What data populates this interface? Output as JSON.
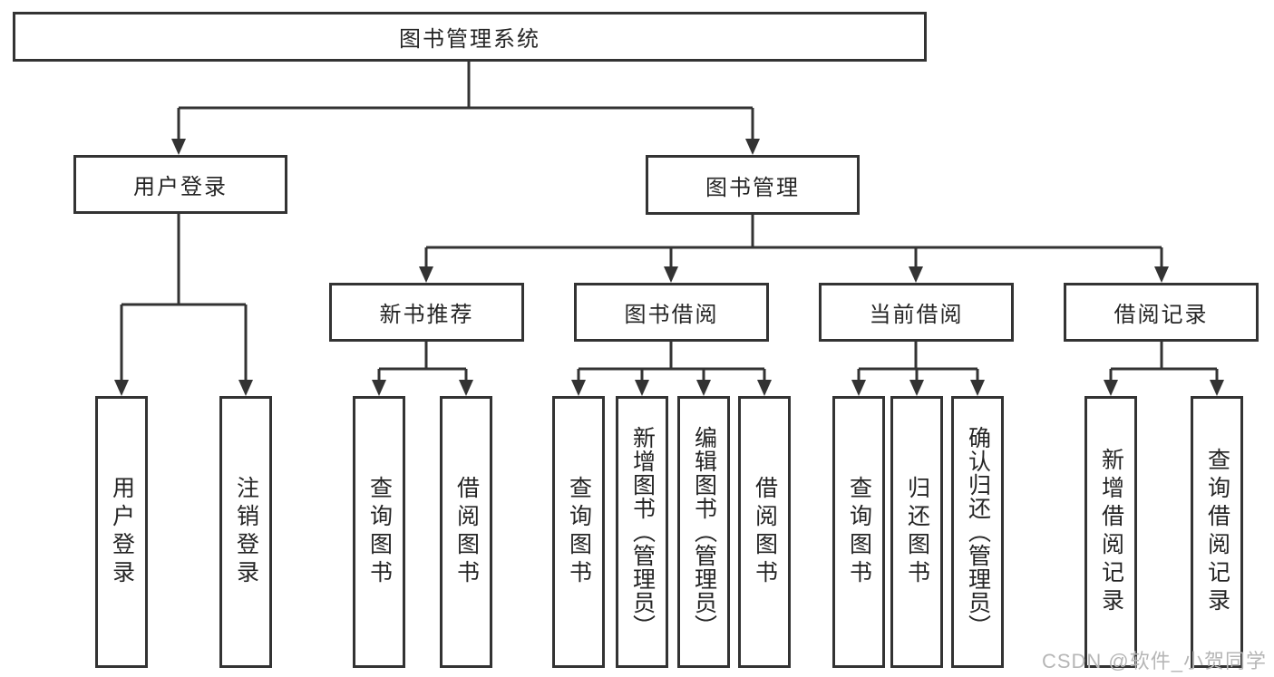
{
  "colors": {
    "line": "#333333",
    "text": "#252525",
    "box_bg": "#ffffff",
    "background": "#ffffff",
    "watermark": "#b6b6b6"
  },
  "tree": {
    "root": {
      "label": "图书管理系统"
    },
    "level2": [
      {
        "label": "用户登录"
      },
      {
        "label": "图书管理"
      }
    ],
    "level3": [
      {
        "label": "新书推荐"
      },
      {
        "label": "图书借阅"
      },
      {
        "label": "当前借阅"
      },
      {
        "label": "借阅记录"
      }
    ],
    "leaves": {
      "user_login": [
        {
          "label": "用户登录"
        },
        {
          "label": "注销登录"
        }
      ],
      "new_book_rec": [
        {
          "label": "查询图书"
        },
        {
          "label": "借阅图书"
        }
      ],
      "book_borrow": [
        {
          "label": "查询图书"
        },
        {
          "label": "新增图书（管理员）"
        },
        {
          "label": "编辑图书（管理员）"
        },
        {
          "label": "借阅图书"
        }
      ],
      "current_borrow": [
        {
          "label": "查询图书"
        },
        {
          "label": "归还图书"
        },
        {
          "label": "确认归还（管理员）"
        }
      ],
      "borrow_record": [
        {
          "label": "新增借阅记录"
        },
        {
          "label": "查询借阅记录"
        }
      ]
    }
  },
  "watermark": {
    "text": "CSDN @软件_小贺同学"
  }
}
